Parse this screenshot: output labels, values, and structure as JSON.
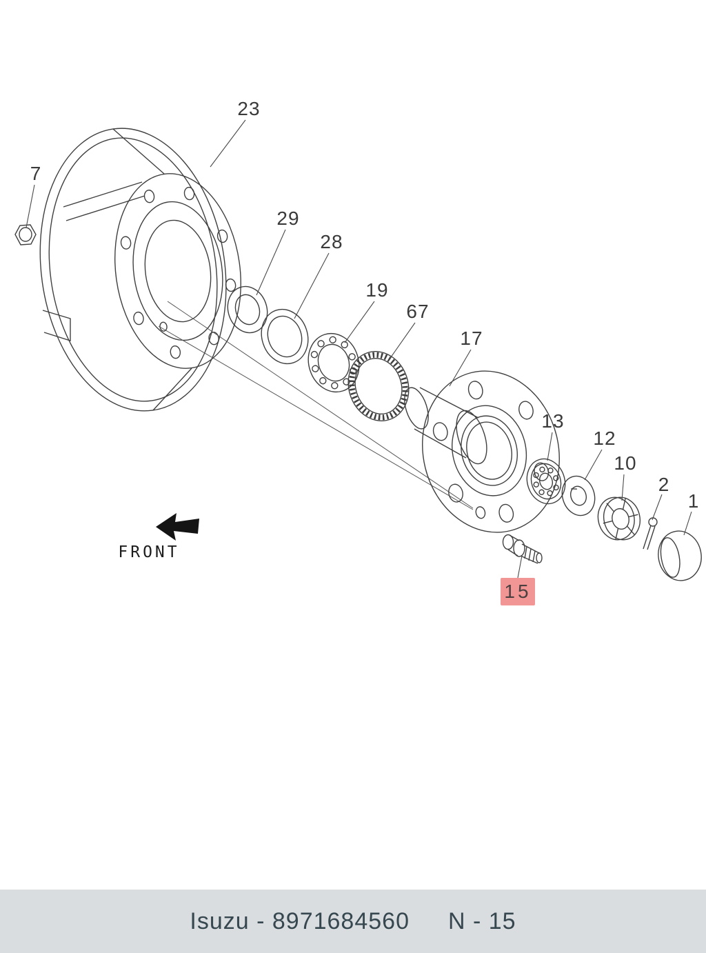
{
  "footer": {
    "catalog_text": "Isuzu - 8971684560",
    "page_ref": "N - 15"
  },
  "diagram": {
    "front_label": "FRONT",
    "parts": [
      {
        "ref": "23"
      },
      {
        "ref": "7"
      },
      {
        "ref": "29"
      },
      {
        "ref": "28"
      },
      {
        "ref": "19"
      },
      {
        "ref": "67"
      },
      {
        "ref": "17"
      },
      {
        "ref": "13"
      },
      {
        "ref": "12"
      },
      {
        "ref": "10"
      },
      {
        "ref": "2"
      },
      {
        "ref": "1"
      },
      {
        "ref": "15",
        "highlighted": true
      }
    ]
  },
  "colors": {
    "highlight": "#f29595",
    "footer_bg": "#d9dde0",
    "footer_text": "#37474f"
  }
}
